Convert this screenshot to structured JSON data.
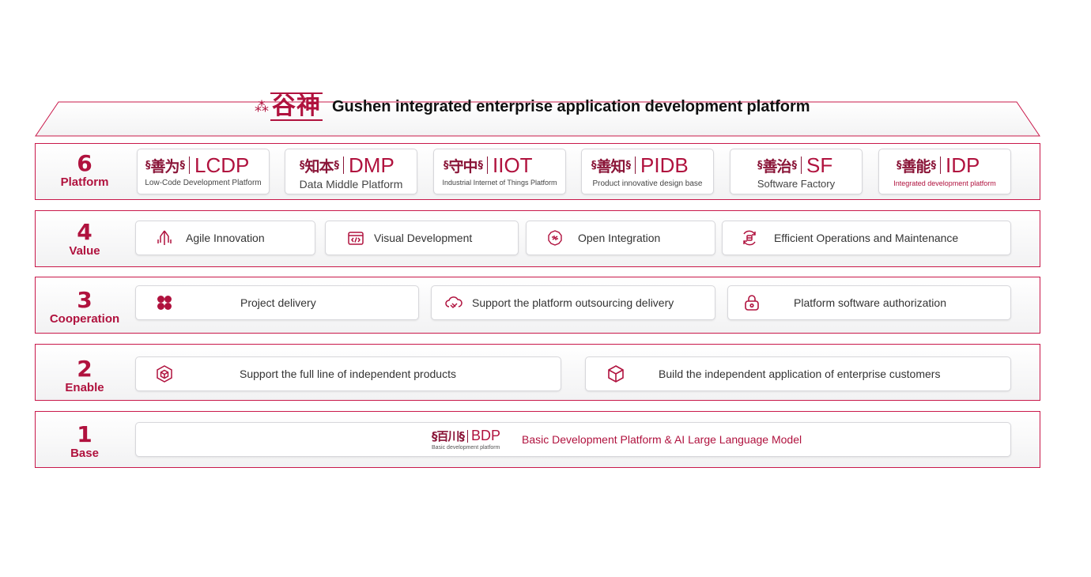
{
  "header": {
    "logo_cn": "谷神",
    "title": "Gushen integrated enterprise application development platform"
  },
  "colors": {
    "accent": "#b0123e",
    "border": "#c9184a",
    "dark_accent": "#8a1538"
  },
  "tiers": {
    "platform": {
      "num": "6",
      "name": "Platform",
      "cards": [
        {
          "cn": "善为",
          "abbr": "LCDP",
          "sub": "Low-Code Development Platform"
        },
        {
          "cn": "知本",
          "abbr": "DMP",
          "sub": "Data Middle Platform"
        },
        {
          "cn": "守中",
          "abbr": "IIOT",
          "sub": "Industrial Internet of Things Platform"
        },
        {
          "cn": "善知",
          "abbr": "PIDB",
          "sub": "Product innovative design base"
        },
        {
          "cn": "善治",
          "abbr": "SF",
          "sub": "Software Factory"
        },
        {
          "cn": "善能",
          "abbr": "IDP",
          "sub": "Integrated development platform"
        }
      ]
    },
    "value": {
      "num": "4",
      "name": "Value",
      "cards": [
        {
          "icon": "agile-icon",
          "label": "Agile Innovation"
        },
        {
          "icon": "code-window-icon",
          "label": "Visual Development"
        },
        {
          "icon": "integration-icon",
          "label": "Open  Integration"
        },
        {
          "icon": "operations-icon",
          "label": "Efficient  Operations and  Maintenance"
        }
      ]
    },
    "cooperation": {
      "num": "3",
      "name": "Cooperation",
      "cards": [
        {
          "icon": "clover-icon",
          "label": "Project delivery"
        },
        {
          "icon": "cloud-handshake-icon",
          "label": "Support the platform outsourcing delivery"
        },
        {
          "icon": "lock-icon",
          "label": "Platform software authorization"
        }
      ]
    },
    "enable": {
      "num": "2",
      "name": "Enable",
      "cards": [
        {
          "icon": "cube-icon",
          "label": "Support the full line of independent products"
        },
        {
          "icon": "box-icon",
          "label": "Build the independent application of enterprise customers"
        }
      ]
    },
    "base": {
      "num": "1",
      "name": "Base",
      "cn": "百川",
      "abbr": "BDP",
      "sub": "Basic development platform",
      "label": "Basic Development Platform & AI Large Language Model"
    }
  }
}
